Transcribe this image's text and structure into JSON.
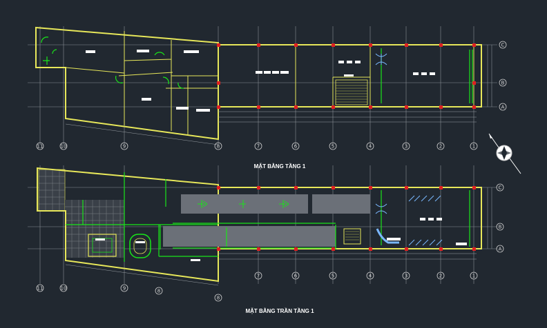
{
  "titles": {
    "plan1": "MẶT BẰNG TẦNG 1",
    "plan2": "MẶT BẰNG TRẦN TẦNG 1"
  },
  "axes": {
    "top_numbers": [
      "1",
      "2",
      "3",
      "4",
      "5",
      "6",
      "7",
      "8",
      "9",
      "10",
      "11"
    ],
    "right_letters": [
      "C",
      "B",
      "A"
    ]
  },
  "colors": {
    "background": "#212830",
    "wall": "#e8e85a",
    "column": "#e02020",
    "accent_green": "#19e619",
    "grid": "#8a8f96"
  },
  "icons": {
    "north_arrow": "compass-icon"
  }
}
